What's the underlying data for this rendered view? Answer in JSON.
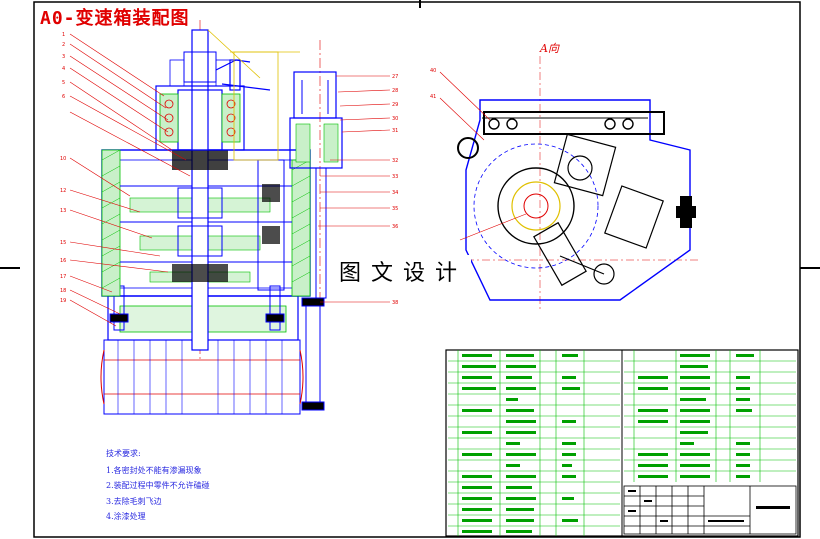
{
  "title": "A0-变速箱装配图",
  "view_label": "A向",
  "watermark": "图文设计",
  "technical_requirements": {
    "heading": "技术要求:",
    "items": [
      "1.各密封处不能有渗漏现象",
      "2.装配过程中零件不允许磕碰",
      "3.去除毛刺飞边",
      "4.涂漆处理"
    ]
  },
  "colors": {
    "frame": "#000000",
    "outline": "#0000ff",
    "hatch": "#00c000",
    "leader": "#e00000",
    "accent": "#e0c000",
    "text_blue": "#2a2ae0"
  }
}
